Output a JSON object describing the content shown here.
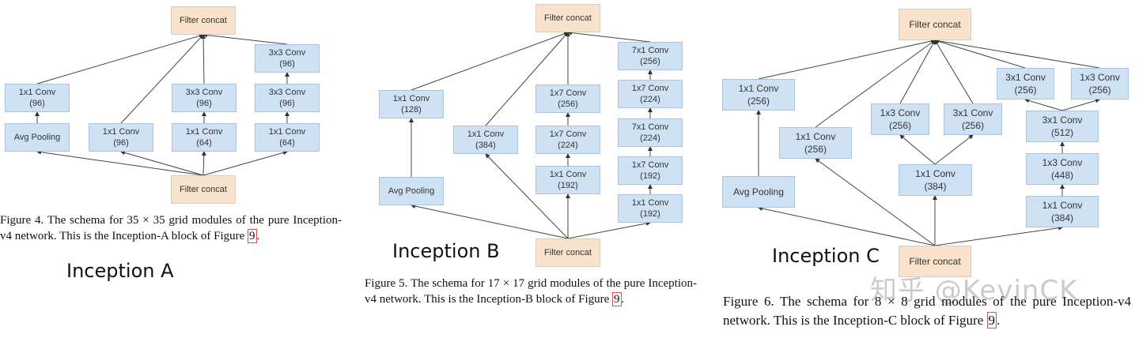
{
  "colors": {
    "conv_fill": "#cfe2f3",
    "concat_fill": "#f9e3cc",
    "edge": "#444444",
    "ref_box": "#d9534f"
  },
  "blocks": [
    {
      "name": "Inception A",
      "nodes": [
        {
          "id": "a_top",
          "l1": "Filter concat",
          "l2": ""
        },
        {
          "id": "a_c1",
          "l1": "1x1 Conv",
          "l2": "(96)"
        },
        {
          "id": "a_pool",
          "l1": "Avg Pooling",
          "l2": ""
        },
        {
          "id": "a_c2",
          "l1": "1x1 Conv",
          "l2": "(96)"
        },
        {
          "id": "a_c3a",
          "l1": "1x1 Conv",
          "l2": "(64)"
        },
        {
          "id": "a_c3b",
          "l1": "3x3 Conv",
          "l2": "(96)"
        },
        {
          "id": "a_c4a",
          "l1": "1x1 Conv",
          "l2": "(64)"
        },
        {
          "id": "a_c4b",
          "l1": "3x3 Conv",
          "l2": "(96)"
        },
        {
          "id": "a_c4c",
          "l1": "3x3 Conv",
          "l2": "(96)"
        },
        {
          "id": "a_bot",
          "l1": "Filter concat",
          "l2": ""
        }
      ],
      "caption": {
        "pre": "Figure 4. The schema for 35 × 35 grid modules of the pure Inception-v4 network. This is the Inception-A block of Figure ",
        "ref": "9",
        "post": "."
      }
    },
    {
      "name": "Inception B",
      "nodes": [
        {
          "id": "b_top",
          "l1": "Filter concat",
          "l2": ""
        },
        {
          "id": "b_c1",
          "l1": "1x1 Conv",
          "l2": "(128)"
        },
        {
          "id": "b_pool",
          "l1": "Avg Pooling",
          "l2": ""
        },
        {
          "id": "b_c2",
          "l1": "1x1 Conv",
          "l2": "(384)"
        },
        {
          "id": "b_c3a",
          "l1": "1x1 Conv",
          "l2": "(192)"
        },
        {
          "id": "b_c3b",
          "l1": "1x7 Conv",
          "l2": "(224)"
        },
        {
          "id": "b_c3c",
          "l1": "1x7 Conv",
          "l2": "(256)"
        },
        {
          "id": "b_c4a",
          "l1": "1x1 Conv",
          "l2": "(192)"
        },
        {
          "id": "b_c4b",
          "l1": "1x7 Conv",
          "l2": "(192)"
        },
        {
          "id": "b_c4c",
          "l1": "7x1 Conv",
          "l2": "(224)"
        },
        {
          "id": "b_c4d",
          "l1": "1x7 Conv",
          "l2": "(224)"
        },
        {
          "id": "b_c4e",
          "l1": "7x1 Conv",
          "l2": "(256)"
        },
        {
          "id": "b_bot",
          "l1": "Filter concat",
          "l2": ""
        }
      ],
      "caption": {
        "pre": "Figure 5. The schema for 17 × 17 grid modules of the pure Inception-v4 network. This is the Inception-B block of Figure ",
        "ref": "9",
        "post": "."
      }
    },
    {
      "name": "Inception C",
      "nodes": [
        {
          "id": "c_top",
          "l1": "Filter concat",
          "l2": ""
        },
        {
          "id": "c_c1",
          "l1": "1x1 Conv",
          "l2": "(256)"
        },
        {
          "id": "c_pool",
          "l1": "Avg Pooling",
          "l2": ""
        },
        {
          "id": "c_c2",
          "l1": "1x1 Conv",
          "l2": "(256)"
        },
        {
          "id": "c_c3a",
          "l1": "1x1 Conv",
          "l2": "(384)"
        },
        {
          "id": "c_c3b",
          "l1": "1x3 Conv",
          "l2": "(256)"
        },
        {
          "id": "c_c3c",
          "l1": "3x1 Conv",
          "l2": "(256)"
        },
        {
          "id": "c_c4a",
          "l1": "1x1 Conv",
          "l2": "(384)"
        },
        {
          "id": "c_c4b",
          "l1": "1x3 Conv",
          "l2": "(448)"
        },
        {
          "id": "c_c4c",
          "l1": "3x1 Conv",
          "l2": "(512)"
        },
        {
          "id": "c_c4d",
          "l1": "3x1 Conv",
          "l2": "(256)"
        },
        {
          "id": "c_c4e",
          "l1": "1x3 Conv",
          "l2": "(256)"
        },
        {
          "id": "c_bot",
          "l1": "Filter concat",
          "l2": ""
        }
      ],
      "caption": {
        "pre": "Figure 6. The schema for 8 × 8 grid modules of the pure Inception-v4 network. This is the Inception-C block of Figure ",
        "ref": "9",
        "post": "."
      }
    }
  ],
  "watermark": "知乎 @KevinCK"
}
